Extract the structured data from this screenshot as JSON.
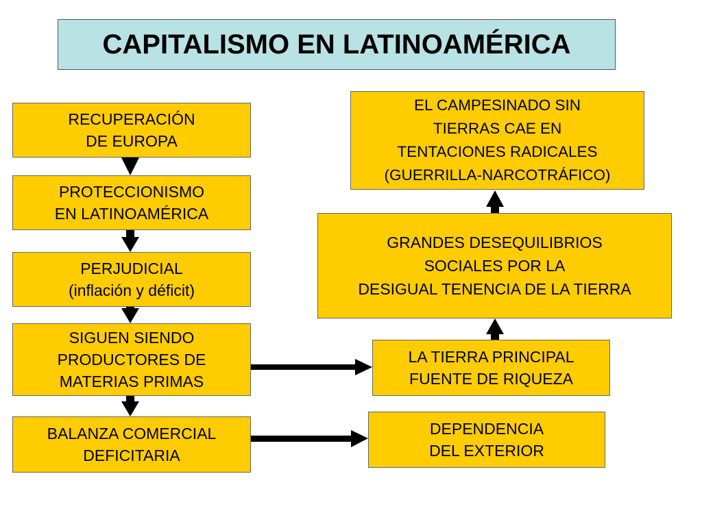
{
  "title": "CAPITALISMO EN LATINOAMÉRICA",
  "nodes": {
    "recuperacion": "RECUPERACIÓN\nDE EUROPA",
    "proteccionismo": "PROTECCIONISMO\nEN LATINOAMÉRICA",
    "perjudicial": "PERJUDICIAL\n(inflación y déficit)",
    "siguen": "SIGUEN SIENDO\nPRODUCTORES DE\nMATERIAS PRIMAS",
    "balanza": "BALANZA COMERCIAL\nDEFICITARIA",
    "tierra": "LA TIERRA PRINCIPAL\nFUENTE DE RIQUEZA",
    "dependencia": "DEPENDENCIA\nDEL EXTERIOR",
    "desequilibrios": "GRANDES DESEQUILIBRIOS\nSOCIALES POR LA\nDESIGUAL TENENCIA DE LA TIERRA",
    "campesinado": "EL CAMPESINADO SIN\nTIERRAS CAE EN\nTENTACIONES RADICALES\n(GUERRILLA-NARCOTRÁFICO)"
  },
  "colors": {
    "node_fill": "#ffcc00",
    "title_fill": "#b9e2e4",
    "arrow": "#000000"
  },
  "edges": [
    {
      "from": "recuperacion",
      "to": "proteccionismo"
    },
    {
      "from": "proteccionismo",
      "to": "perjudicial"
    },
    {
      "from": "perjudicial",
      "to": "siguen"
    },
    {
      "from": "siguen",
      "to": "balanza"
    },
    {
      "from": "siguen",
      "to": "tierra"
    },
    {
      "from": "balanza",
      "to": "dependencia"
    },
    {
      "from": "tierra",
      "to": "desequilibrios"
    },
    {
      "from": "desequilibrios",
      "to": "campesinado"
    }
  ]
}
